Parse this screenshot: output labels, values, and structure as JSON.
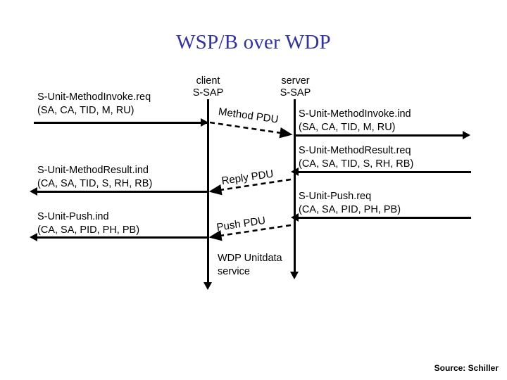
{
  "slide": {
    "title": "WSP/B over WDP",
    "source": "Source: Schiller"
  },
  "lifelines": {
    "client": "client\nS-SAP",
    "server": "server\nS-SAP"
  },
  "primitives": {
    "left": [
      {
        "name": "method-invoke-req",
        "text": "S-Unit-MethodInvoke.req\n(SA, CA, TID, M, RU)"
      },
      {
        "name": "method-result-ind",
        "text": "S-Unit-MethodResult.ind\n(CA, SA, TID, S, RH, RB)"
      },
      {
        "name": "push-ind",
        "text": "S-Unit-Push.ind\n(CA, SA, PID, PH, PB)"
      }
    ],
    "right": [
      {
        "name": "method-invoke-ind",
        "text": "S-Unit-MethodInvoke.ind\n(SA, CA, TID, M, RU)"
      },
      {
        "name": "method-result-req",
        "text": "S-Unit-MethodResult.req\n(CA, SA, TID, S, RH, RB)"
      },
      {
        "name": "push-req",
        "text": "S-Unit-Push.req\n(CA, SA, PID, PH, PB)"
      }
    ]
  },
  "pdus": [
    {
      "name": "method-pdu",
      "label": "Method PDU",
      "direction": "client-to-server"
    },
    {
      "name": "reply-pdu",
      "label": "Reply PDU",
      "direction": "server-to-client"
    },
    {
      "name": "push-pdu",
      "label": "Push PDU",
      "direction": "server-to-client"
    }
  ],
  "notes": {
    "wdp_service": "WDP Unitdata\nservice"
  },
  "colors": {
    "title": "#333399",
    "line": "#000000",
    "background": "#ffffff"
  }
}
